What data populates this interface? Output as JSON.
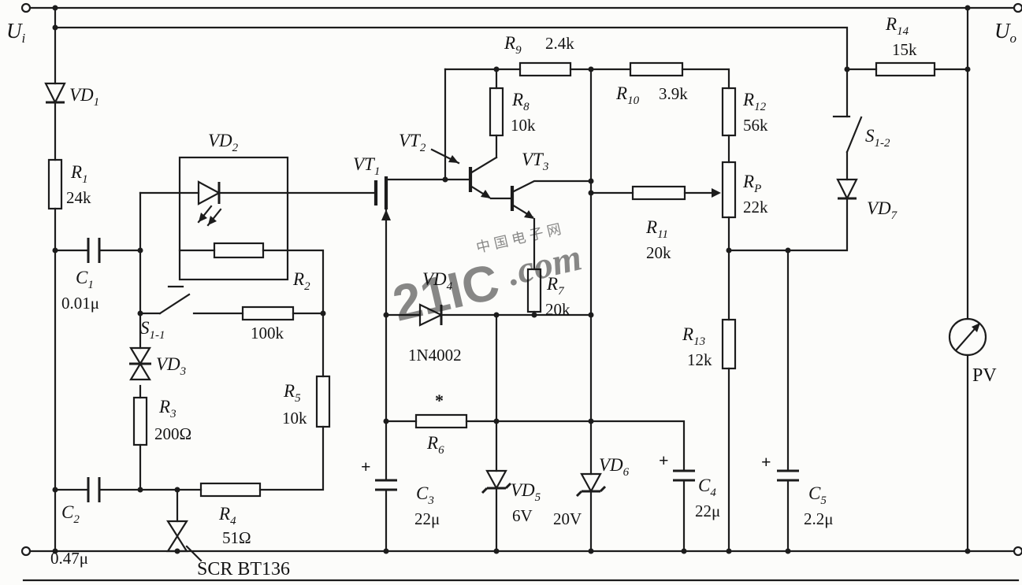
{
  "figure": {
    "type": "circuit-schematic"
  },
  "io": {
    "input": {
      "name": "U",
      "sub": "i"
    },
    "output": {
      "name": "U",
      "sub": "o"
    }
  },
  "watermark": {
    "brand": "21IC",
    "site": ".com",
    "cn": "中国电子网"
  },
  "components": {
    "vd1": {
      "name": "VD",
      "sub": "1"
    },
    "r1": {
      "name": "R",
      "sub": "1",
      "value": "24k"
    },
    "vd2": {
      "name": "VD",
      "sub": "2"
    },
    "c1": {
      "name": "C",
      "sub": "1",
      "value": "0.01μ"
    },
    "s1_1": {
      "name": "S",
      "sub": "1-1"
    },
    "vd3": {
      "name": "VD",
      "sub": "3"
    },
    "r3": {
      "name": "R",
      "sub": "3",
      "value": "200Ω"
    },
    "r2": {
      "name": "R",
      "sub": "2",
      "value": "100k"
    },
    "r5": {
      "name": "R",
      "sub": "5",
      "value": "10k"
    },
    "c2": {
      "name": "C",
      "sub": "2",
      "value": "0.47μ"
    },
    "r4": {
      "name": "R",
      "sub": "4",
      "value": "51Ω"
    },
    "scr": {
      "name": "SCR  BT136"
    },
    "vt1": {
      "name": "VT",
      "sub": "1"
    },
    "vt2": {
      "name": "VT",
      "sub": "2"
    },
    "vt3": {
      "name": "VT",
      "sub": "3"
    },
    "r9": {
      "name": "R",
      "sub": "9",
      "value": "2.4k"
    },
    "r8": {
      "name": "R",
      "sub": "8",
      "value": "10k"
    },
    "r10": {
      "name": "R",
      "sub": "10",
      "value": "3.9k"
    },
    "r12": {
      "name": "R",
      "sub": "12",
      "value": "56k"
    },
    "rp": {
      "name": "R",
      "sub": "P",
      "value": "22k"
    },
    "r11": {
      "name": "R",
      "sub": "11",
      "value": "20k"
    },
    "r7": {
      "name": "R",
      "sub": "7",
      "value": "20k"
    },
    "vd4": {
      "name": "VD",
      "sub": "4",
      "value": "1N4002"
    },
    "r6": {
      "name": "R",
      "sub": "6",
      "mark": "*"
    },
    "c3": {
      "name": "C",
      "sub": "3",
      "value": "22μ",
      "polarity": "+"
    },
    "vd5": {
      "name": "VD",
      "sub": "5",
      "value": "6V"
    },
    "vd6": {
      "name": "VD",
      "sub": "6",
      "value": "20V"
    },
    "c4": {
      "name": "C",
      "sub": "4",
      "value": "22μ",
      "polarity": "+"
    },
    "r13": {
      "name": "R",
      "sub": "13",
      "value": "12k"
    },
    "c5": {
      "name": "C",
      "sub": "5",
      "value": "2.2μ",
      "polarity": "+"
    },
    "r14": {
      "name": "R",
      "sub": "14",
      "value": "15k"
    },
    "s1_2": {
      "name": "S",
      "sub": "1-2"
    },
    "vd7": {
      "name": "VD",
      "sub": "7"
    },
    "pv": {
      "name": "PV"
    }
  }
}
